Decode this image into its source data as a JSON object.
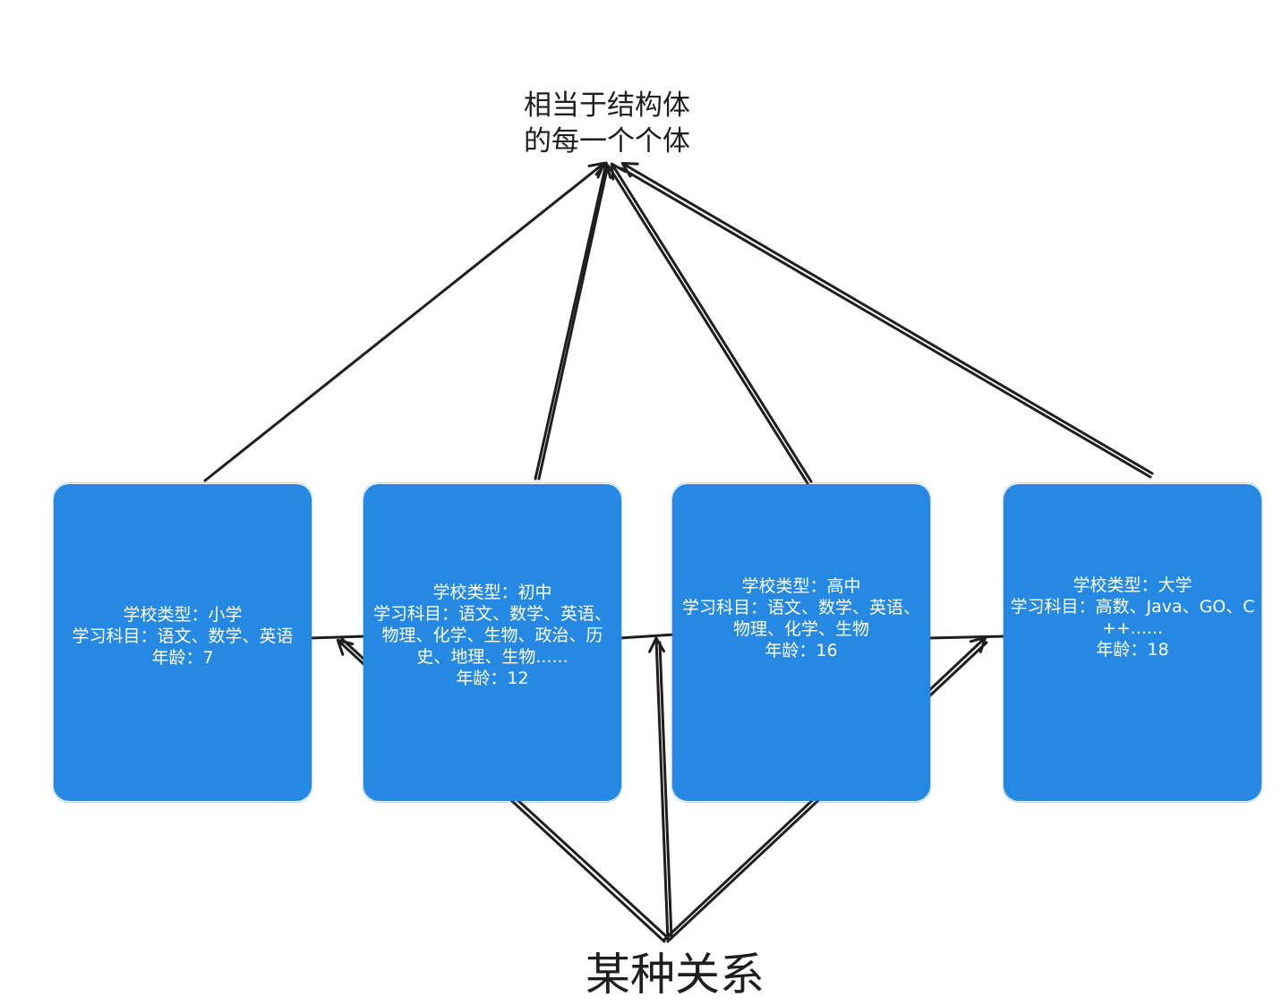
{
  "top_label": {
    "line1": "相当于结构体",
    "line2": "的每一个个体"
  },
  "bottom_label": "某种关系",
  "cards": [
    {
      "school_type": "学校类型：小学",
      "subjects": "学习科目：语文、数学、英语",
      "age": "年龄：7"
    },
    {
      "school_type": "学校类型：初中",
      "subjects": "学习科目：语文、数学、英语、物理、化学、生物、政治、历史、地理、生物......",
      "age": "年龄：12"
    },
    {
      "school_type": "学校类型：高中",
      "subjects": "学习科目：语文、数学、英语、物理、化学、生物",
      "age": "年龄：16"
    },
    {
      "school_type": "学校类型：大学",
      "subjects": "学习科目：高数、Java、GO、C++......",
      "age": "年龄：18"
    }
  ],
  "colors": {
    "card_fill": "#2589e4",
    "card_text": "#ffffff",
    "stroke": "#1e1e1e",
    "background": "#ffffff"
  }
}
